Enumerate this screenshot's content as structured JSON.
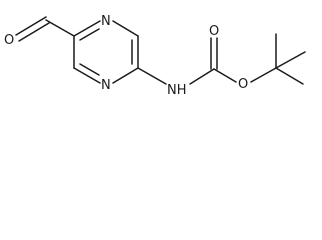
{
  "molecule": {
    "atoms": {
      "aldehyde_oxygen": "O",
      "ring_nitrogen_top": "N",
      "ring_nitrogen_bottom": "N",
      "amine_nh": "NH",
      "carbonyl_oxygen": "O",
      "ester_oxygen": "O"
    }
  }
}
